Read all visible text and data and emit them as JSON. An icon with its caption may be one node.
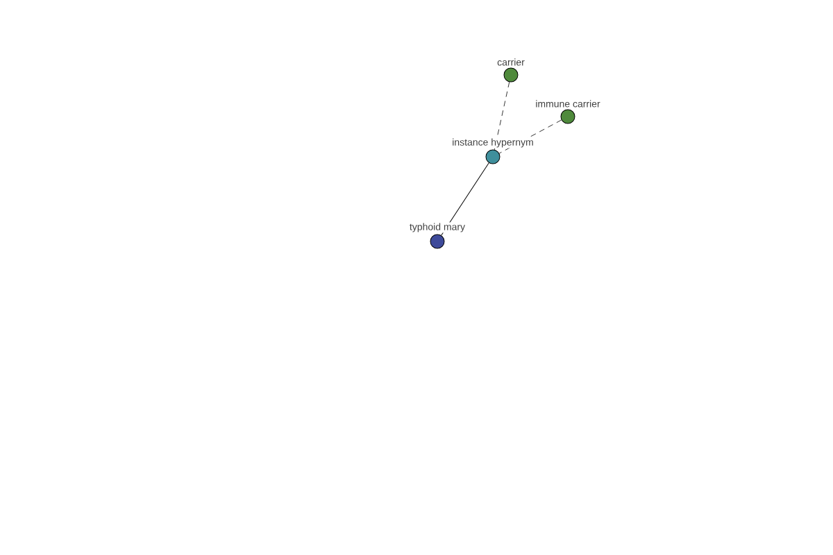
{
  "diagram": {
    "nodes": [
      {
        "text": [
          "carrier"
        ]
      },
      {
        "text": [
          "immune carrier"
        ]
      },
      {
        "text": [
          "instance hypernym"
        ]
      },
      {
        "text": [
          "typhoid mary"
        ]
      }
    ],
    "edges": [
      {
        "from": 0,
        "to": 2,
        "arrow": "none",
        "style": "dashed"
      },
      {
        "from": 1,
        "to": 2,
        "arrow": "none",
        "style": "dashed"
      },
      {
        "from": 3,
        "to": 2,
        "arrow": "none"
      }
    ]
  }
}
